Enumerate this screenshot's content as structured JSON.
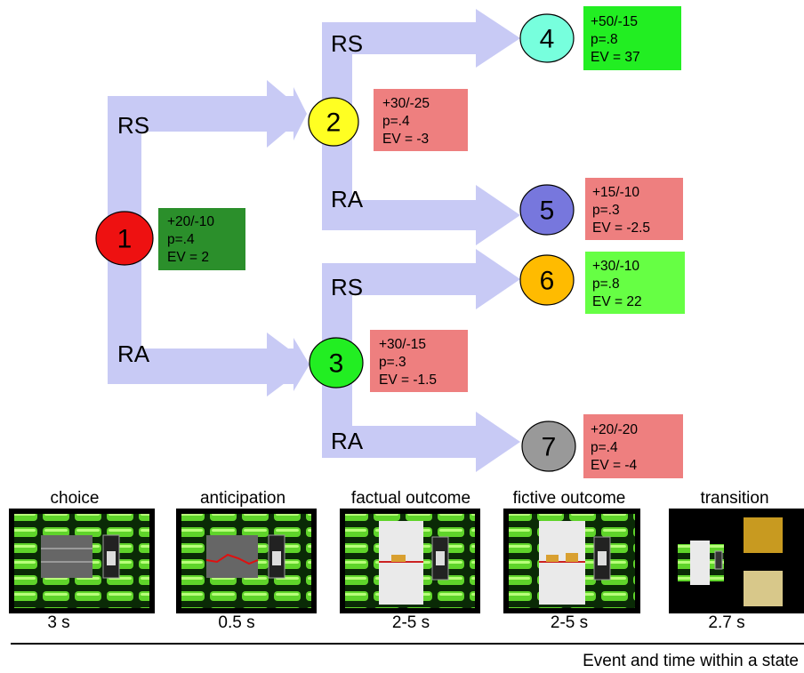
{
  "nodes": [
    {
      "id": "1",
      "fill": "#ee1111"
    },
    {
      "id": "2",
      "fill": "#ffff22"
    },
    {
      "id": "3",
      "fill": "#22ee22"
    },
    {
      "id": "4",
      "fill": "#77ffdd"
    },
    {
      "id": "5",
      "fill": "#7777dd"
    },
    {
      "id": "6",
      "fill": "#ffbb00"
    },
    {
      "id": "7",
      "fill": "#999999"
    }
  ],
  "branch_labels": {
    "rs": "RS",
    "ra": "RA"
  },
  "outcome_boxes": [
    {
      "node": "1",
      "lines": [
        "+20/-10",
        "p=.4",
        "EV = 2"
      ],
      "color": "#2b8f2b"
    },
    {
      "node": "2",
      "lines": [
        "+30/-25",
        "p=.4",
        "EV = -3"
      ],
      "color": "#ee7f7f"
    },
    {
      "node": "3",
      "lines": [
        "+30/-15",
        "p=.3",
        "EV = -1.5"
      ],
      "color": "#ee7f7f"
    },
    {
      "node": "4",
      "lines": [
        "+50/-15",
        "p=.8",
        "EV = 37"
      ],
      "color": "#22ee22"
    },
    {
      "node": "5",
      "lines": [
        "+15/-10",
        "p=.3",
        "EV = -2.5"
      ],
      "color": "#ee7f7f"
    },
    {
      "node": "6",
      "lines": [
        "+30/-10",
        "p=.8",
        "EV = 22"
      ],
      "color": "#66ff44"
    },
    {
      "node": "7",
      "lines": [
        "+20/-20",
        "p=.4",
        "EV = -4"
      ],
      "color": "#ee7f7f"
    }
  ],
  "arrow_color": "#c8caf5",
  "timeline": [
    {
      "title": "choice",
      "time": "3 s"
    },
    {
      "title": "anticipation",
      "time": "0.5 s"
    },
    {
      "title": "factual outcome",
      "time": "2-5 s"
    },
    {
      "title": "fictive outcome",
      "time": "2-5 s"
    },
    {
      "title": "transition",
      "time": "2.7 s"
    }
  ],
  "axis_caption": "Event and time within a state"
}
